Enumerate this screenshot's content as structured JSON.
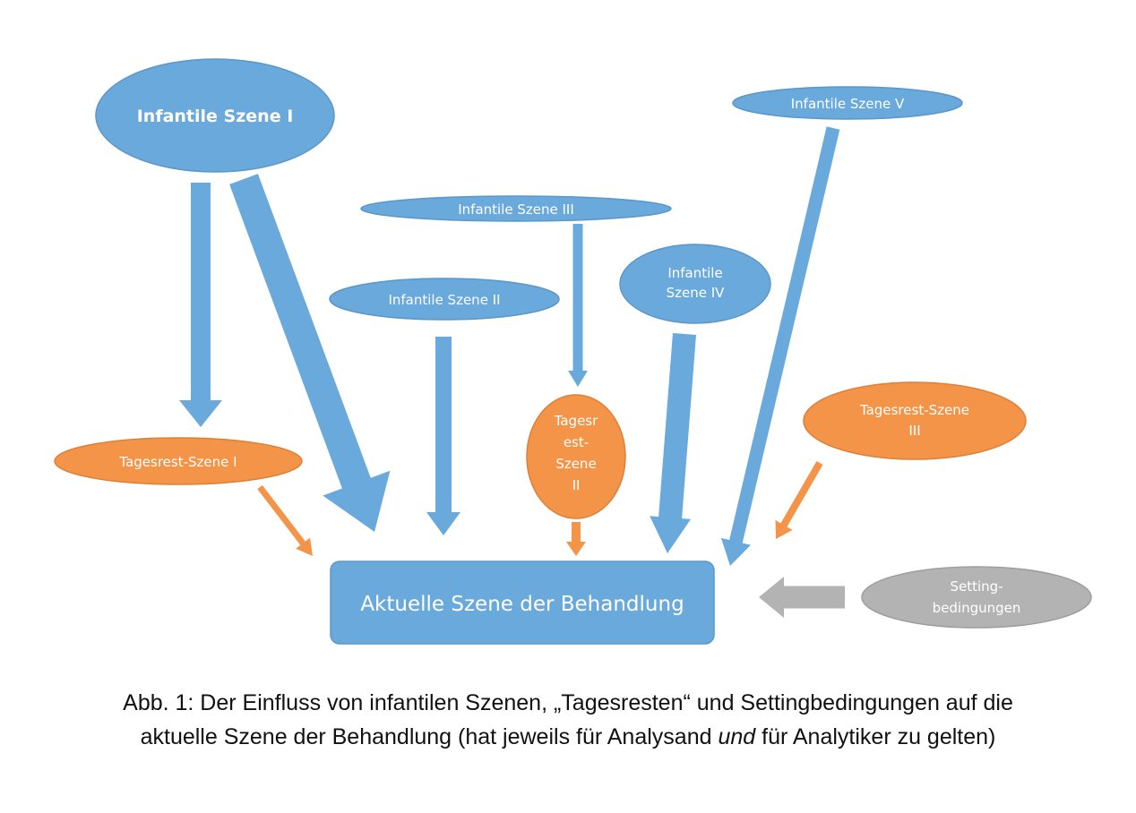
{
  "colors": {
    "blue": "#6aa9dc",
    "orange": "#f39449",
    "gray": "#b3b3b3",
    "text": "#111111",
    "label": "#ffffff"
  },
  "nodes": {
    "infantile_1": {
      "label": "Infantile Szene I"
    },
    "infantile_2": {
      "label": "Infantile Szene II"
    },
    "infantile_3": {
      "label": "Infantile Szene III"
    },
    "infantile_4": {
      "lines": [
        "Infantile",
        "Szene IV"
      ]
    },
    "infantile_5": {
      "label": "Infantile Szene V"
    },
    "tagesrest_1": {
      "label": "Tagesrest-Szene I"
    },
    "tagesrest_2": {
      "lines": [
        "Tagesr",
        "est-",
        "Szene",
        "II"
      ]
    },
    "tagesrest_3": {
      "lines": [
        "Tagesrest-Szene",
        "III"
      ]
    },
    "setting": {
      "lines": [
        "Setting-",
        "bedingungen"
      ]
    },
    "aktuelle": {
      "label": "Aktuelle Szene der Behandlung"
    }
  },
  "caption": {
    "line1": "Abb. 1: Der Einfluss von infantilen Szenen, „Tagesresten“ und Settingbedingungen auf die",
    "line2_pre": "aktuelle Szene der Behandlung (hat jeweils für Analysand ",
    "line2_em": "und",
    "line2_post": " für Analytiker zu gelten)"
  }
}
